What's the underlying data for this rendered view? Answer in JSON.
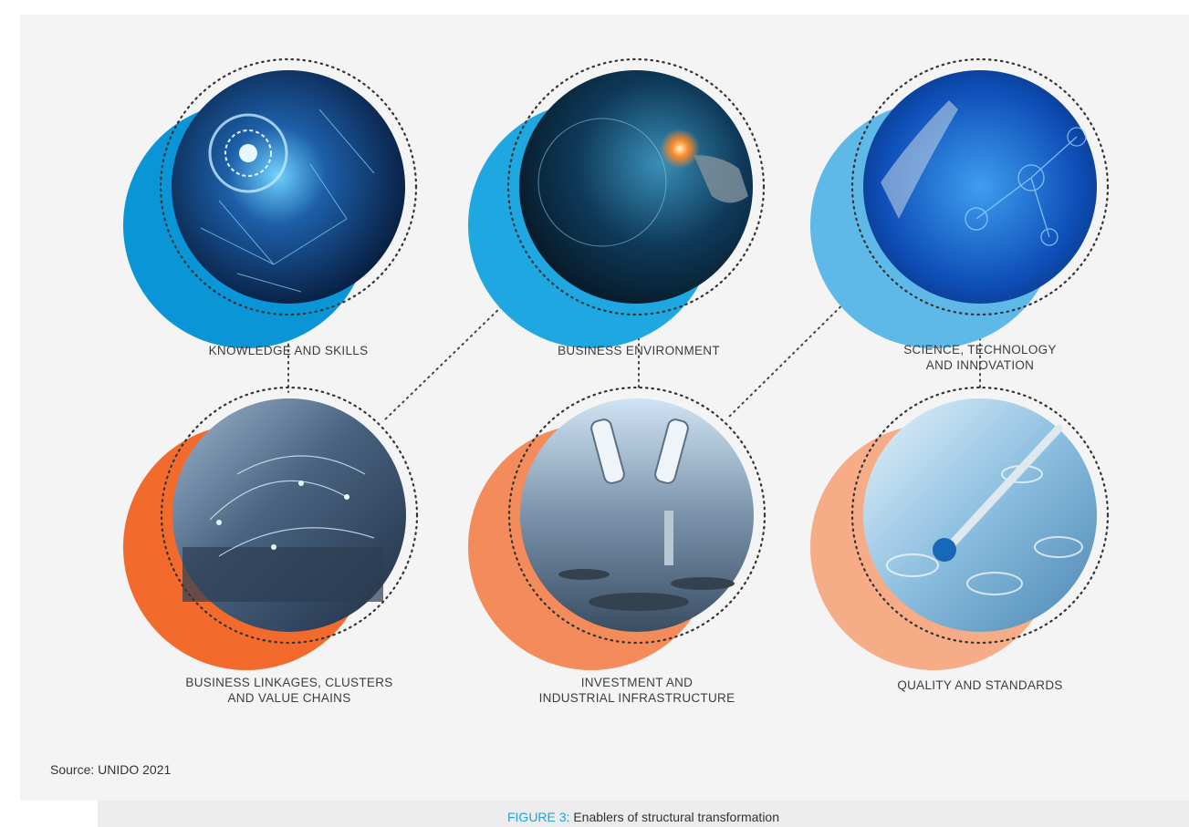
{
  "enablers": [
    {
      "lines": [
        "KNOWLEDGE AND SKILLS"
      ],
      "image": "ai-head-network-image",
      "accent": "#0a96d6"
    },
    {
      "lines": [
        "BUSINESS ENVIRONMENT"
      ],
      "image": "globe-finger-touch-image",
      "accent": "#1ea7e0"
    },
    {
      "lines": [
        "SCIENCE, TECHNOLOGY",
        "AND INNOVATION"
      ],
      "image": "hand-digital-interface-image",
      "accent": "#5fb9e8"
    },
    {
      "lines": [
        "BUSINESS LINKAGES, CLUSTERS",
        "AND VALUE CHAINS"
      ],
      "image": "world-map-port-image",
      "accent": "#f26b2c"
    },
    {
      "lines": [
        "INVESTMENT AND",
        "INDUSTRIAL INFRASTRUCTURE"
      ],
      "image": "robotic-arm-factory-image",
      "accent": "#f38b5a"
    },
    {
      "lines": [
        "QUALITY AND STANDARDS"
      ],
      "image": "lab-pipette-tubes-image",
      "accent": "#f6ac86"
    }
  ],
  "source": "Source: UNIDO 2021",
  "caption": {
    "figure": "FIGURE 3:",
    "title": "Enablers of structural transformation"
  },
  "colors": {
    "blue": "#0a96d6",
    "orange": "#f26b2c",
    "caption_accent": "#1fa3dc",
    "panel": "#f4f4f4"
  }
}
